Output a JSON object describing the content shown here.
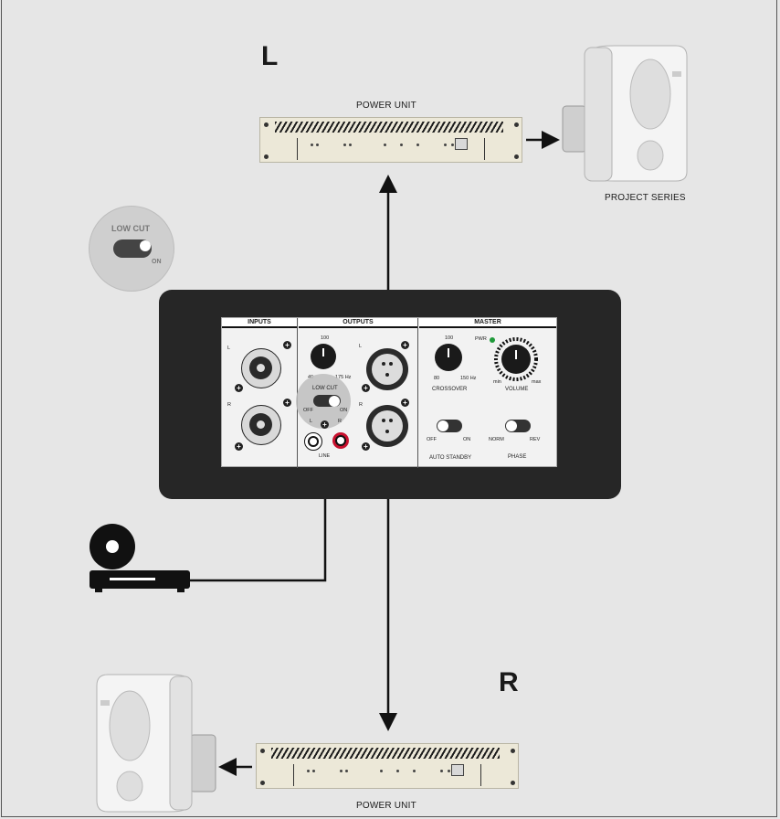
{
  "top": {
    "channel_letter": "L",
    "power_unit_label": "POWER UNIT",
    "speaker_label": "PROJECT SERIES"
  },
  "bottom": {
    "channel_letter": "R",
    "power_unit_label": "POWER UNIT"
  },
  "lowcut_callout": {
    "title": "LOW CUT",
    "state": "ON"
  },
  "panel": {
    "inputs": {
      "header": "INPUTS",
      "l": "L",
      "r": "R"
    },
    "outputs": {
      "header": "OUTPUTS",
      "knob_top": "100",
      "knob_min": "40",
      "knob_max": "175 Hz",
      "l": "L",
      "r": "R",
      "lowcut_title": "LOW CUT",
      "lowcut_off": "OFF",
      "lowcut_on": "ON",
      "rca_l": "L",
      "rca_r": "R",
      "line_label": "LINE"
    },
    "master": {
      "header": "MASTER",
      "crossover_top": "100",
      "crossover_min": "80",
      "crossover_max": "150 Hz",
      "crossover_label": "CROSSOVER",
      "pwr": "PWR",
      "volume_min": "min",
      "volume_max": "max",
      "volume_label": "VOLUME",
      "standby_off": "OFF",
      "standby_on": "ON",
      "standby_label": "AUTO STANDBY",
      "phase_norm": "NORM",
      "phase_rev": "REV",
      "phase_label": "PHASE"
    },
    "colors": {
      "pwr_led": "#1f9a3a",
      "rca_red": "#c8102e"
    }
  }
}
